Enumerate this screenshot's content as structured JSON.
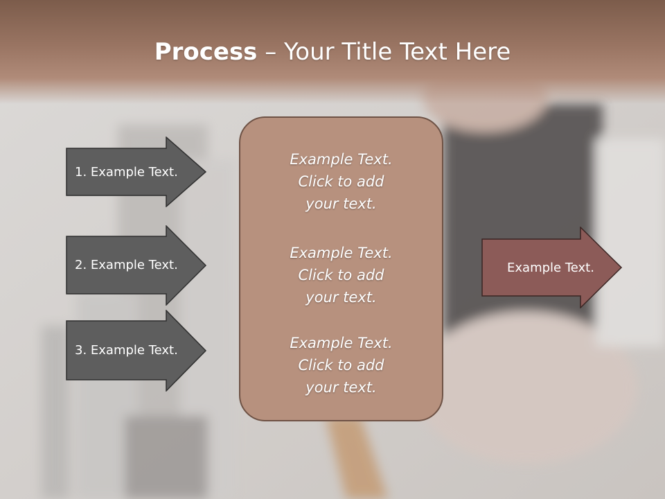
{
  "title": {
    "bold": "Process",
    "rest": " – Your Title Text Here"
  },
  "left_steps": [
    {
      "label": "1. Example Text."
    },
    {
      "label": "2. Example Text."
    },
    {
      "label": "3. Example Text."
    }
  ],
  "center_blocks": [
    {
      "line1": "Example Text.",
      "line2": "Click  to add",
      "line3": "your text."
    },
    {
      "line1": "Example Text.",
      "line2": "Click  to add",
      "line3": "your text."
    },
    {
      "line1": "Example Text.",
      "line2": "Click  to add",
      "line3": "your text."
    }
  ],
  "right_arrow": {
    "label": "Example Text."
  },
  "colors": {
    "left_arrow_fill": "#5e5e5e",
    "right_arrow_fill": "#8c5b58",
    "center_box_fill": "#b7917e",
    "header": "#8a6756"
  }
}
